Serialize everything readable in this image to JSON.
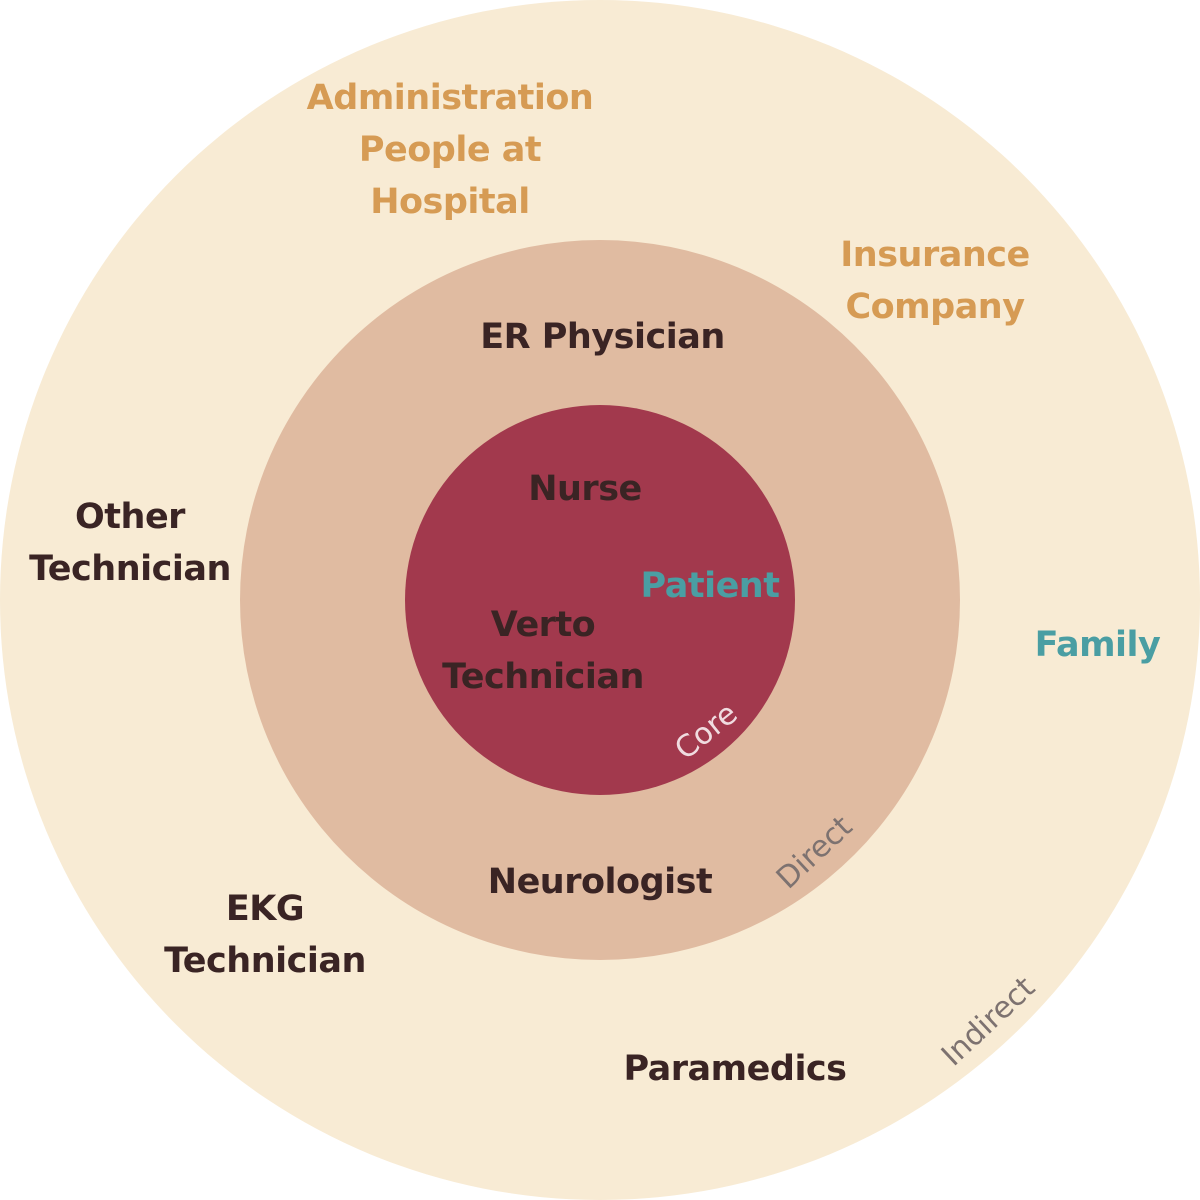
{
  "colors": {
    "indirect": "#f8ebd4",
    "direct": "#e0bba1",
    "core": "#a2394d",
    "dark_text": "#3a2424",
    "orange_text": "#d69b54",
    "teal_text": "#4a9ea3",
    "ring_name_light": "#f0dce0",
    "ring_name_gray": "#7d7270"
  },
  "rings": {
    "indirect": "Indirect",
    "direct": "Direct",
    "core": "Core"
  },
  "stakeholders": {
    "administration": "Administration\nPeople at\nHospital",
    "insurance": "Insurance\nCompany",
    "other_technician": "Other\nTechnician",
    "family": "Family",
    "ekg_technician": "EKG\nTechnician",
    "paramedics": "Paramedics",
    "er_physician": "ER Physician",
    "neurologist": "Neurologist",
    "nurse": "Nurse",
    "patient": "Patient",
    "verto_technician": "Verto\nTechnician"
  }
}
